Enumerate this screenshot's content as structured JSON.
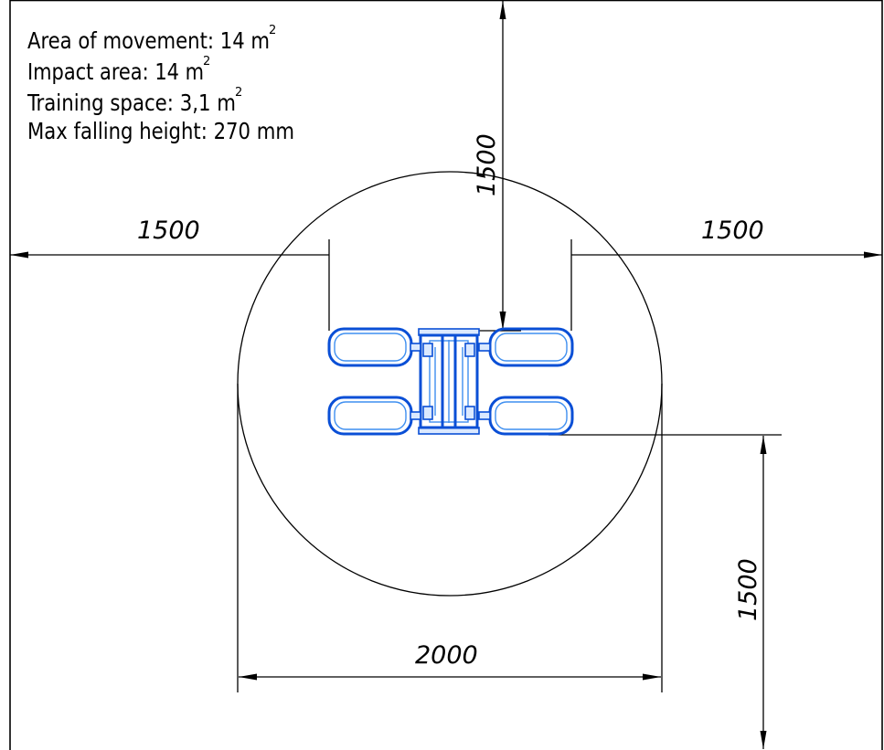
{
  "info": {
    "area_of_movement": "Area of movement: 14 m",
    "area_of_movement_sup": "2",
    "impact_area": "Impact area: 14 m",
    "impact_area_sup": "2",
    "training_space": "Training space: 3,1 m",
    "training_space_sup": "2",
    "max_falling_height": "Max falling height: 270 mm"
  },
  "dimensions": {
    "left": "1500",
    "right": "1500",
    "top": "1500",
    "bottom_right": "1500",
    "width": "2000"
  },
  "colors": {
    "equipment": "#0a4fd6",
    "equipment_light": "#3f8ff0",
    "lines": "#000000"
  }
}
